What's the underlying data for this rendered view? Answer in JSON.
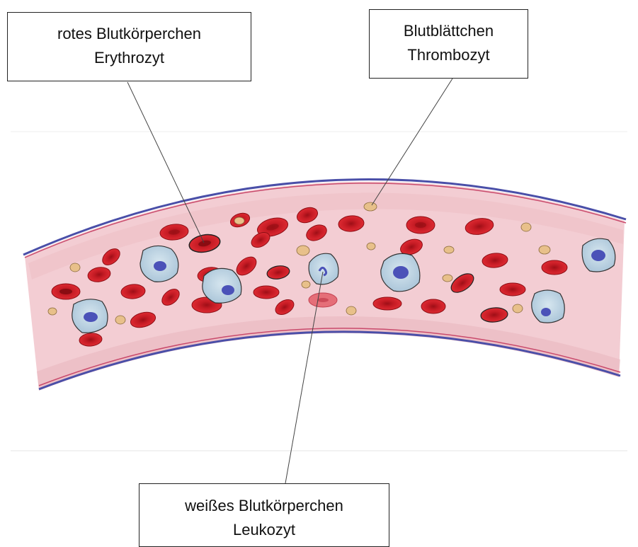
{
  "labels": {
    "red_cell": {
      "line1": "rotes Blutkörperchen",
      "line2": "Erythrozyt"
    },
    "platelet": {
      "line1": "Blutblättchen",
      "line2": "Thrombozyt"
    },
    "white_cell": {
      "line1": "weißes Blutkörperchen",
      "line2": "Leukozyt"
    }
  },
  "colors": {
    "vessel_fill": "#f2c9cf",
    "vessel_wall": "#4a4fa8",
    "red_cell": "#d3202a",
    "red_cell_center": "#a8121a",
    "white_cell": "#b9d2e2",
    "white_cell_nucleus": "#4b52b8",
    "platelet": "#e8c08a"
  }
}
